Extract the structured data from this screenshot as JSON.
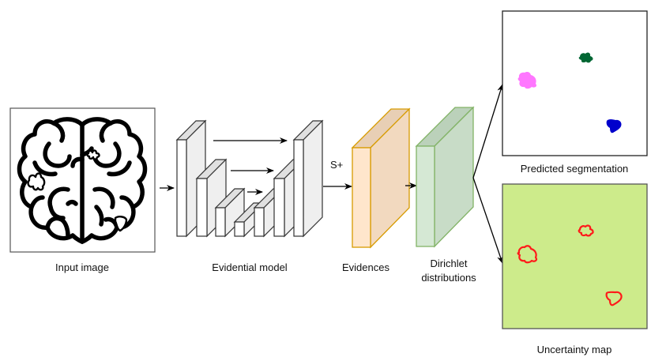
{
  "diagram": {
    "title": "Evidential segmentation pipeline",
    "labels": {
      "input_image": "Input image",
      "evidential_model": "Evidential model",
      "evidences": "Evidences",
      "dirichlet_line1": "Dirichlet",
      "dirichlet_line2": "distributions",
      "predicted_segmentation": "Predicted segmentation",
      "uncertainty_map": "Uncertainty map",
      "activation": "S+"
    },
    "nodes": [
      {
        "id": "input",
        "label": "Input image",
        "icon": "brain-icon",
        "lesions": 3
      },
      {
        "id": "model",
        "label": "Evidential model",
        "kind": "u-net",
        "encoder_blocks": 4,
        "decoder_blocks": 3,
        "skip_connections": 3
      },
      {
        "id": "evidences",
        "label": "Evidences",
        "kind": "tensor-block"
      },
      {
        "id": "dirichlet",
        "label": "Dirichlet distributions",
        "kind": "tensor-block"
      },
      {
        "id": "segmentation",
        "label": "Predicted segmentation",
        "regions": [
          "pink",
          "dark-green",
          "blue"
        ]
      },
      {
        "id": "uncertainty",
        "label": "Uncertainty map",
        "regions": 3
      }
    ],
    "edges": [
      {
        "from": "input",
        "to": "model"
      },
      {
        "from": "model",
        "to": "evidences",
        "label": "S+"
      },
      {
        "from": "evidences",
        "to": "dirichlet"
      },
      {
        "from": "dirichlet",
        "to": "segmentation"
      },
      {
        "from": "dirichlet",
        "to": "uncertainty"
      }
    ],
    "colors": {
      "evidence_front": "#ffe6cc",
      "evidence_side": "#f2d9bf",
      "evidence_top": "#e8cfb5",
      "evidence_stroke": "#d79b00",
      "dirichlet_front": "#d5e8d4",
      "dirichlet_side": "#c8dcc7",
      "dirichlet_top": "#bbd1ba",
      "dirichlet_stroke": "#82b366",
      "uncertainty_bg": "#cdeb8b",
      "uncertainty_contour": "#ff1a1a",
      "seg_pink": "#ff77ff",
      "seg_green": "#006633",
      "seg_blue": "#0000cc"
    }
  }
}
